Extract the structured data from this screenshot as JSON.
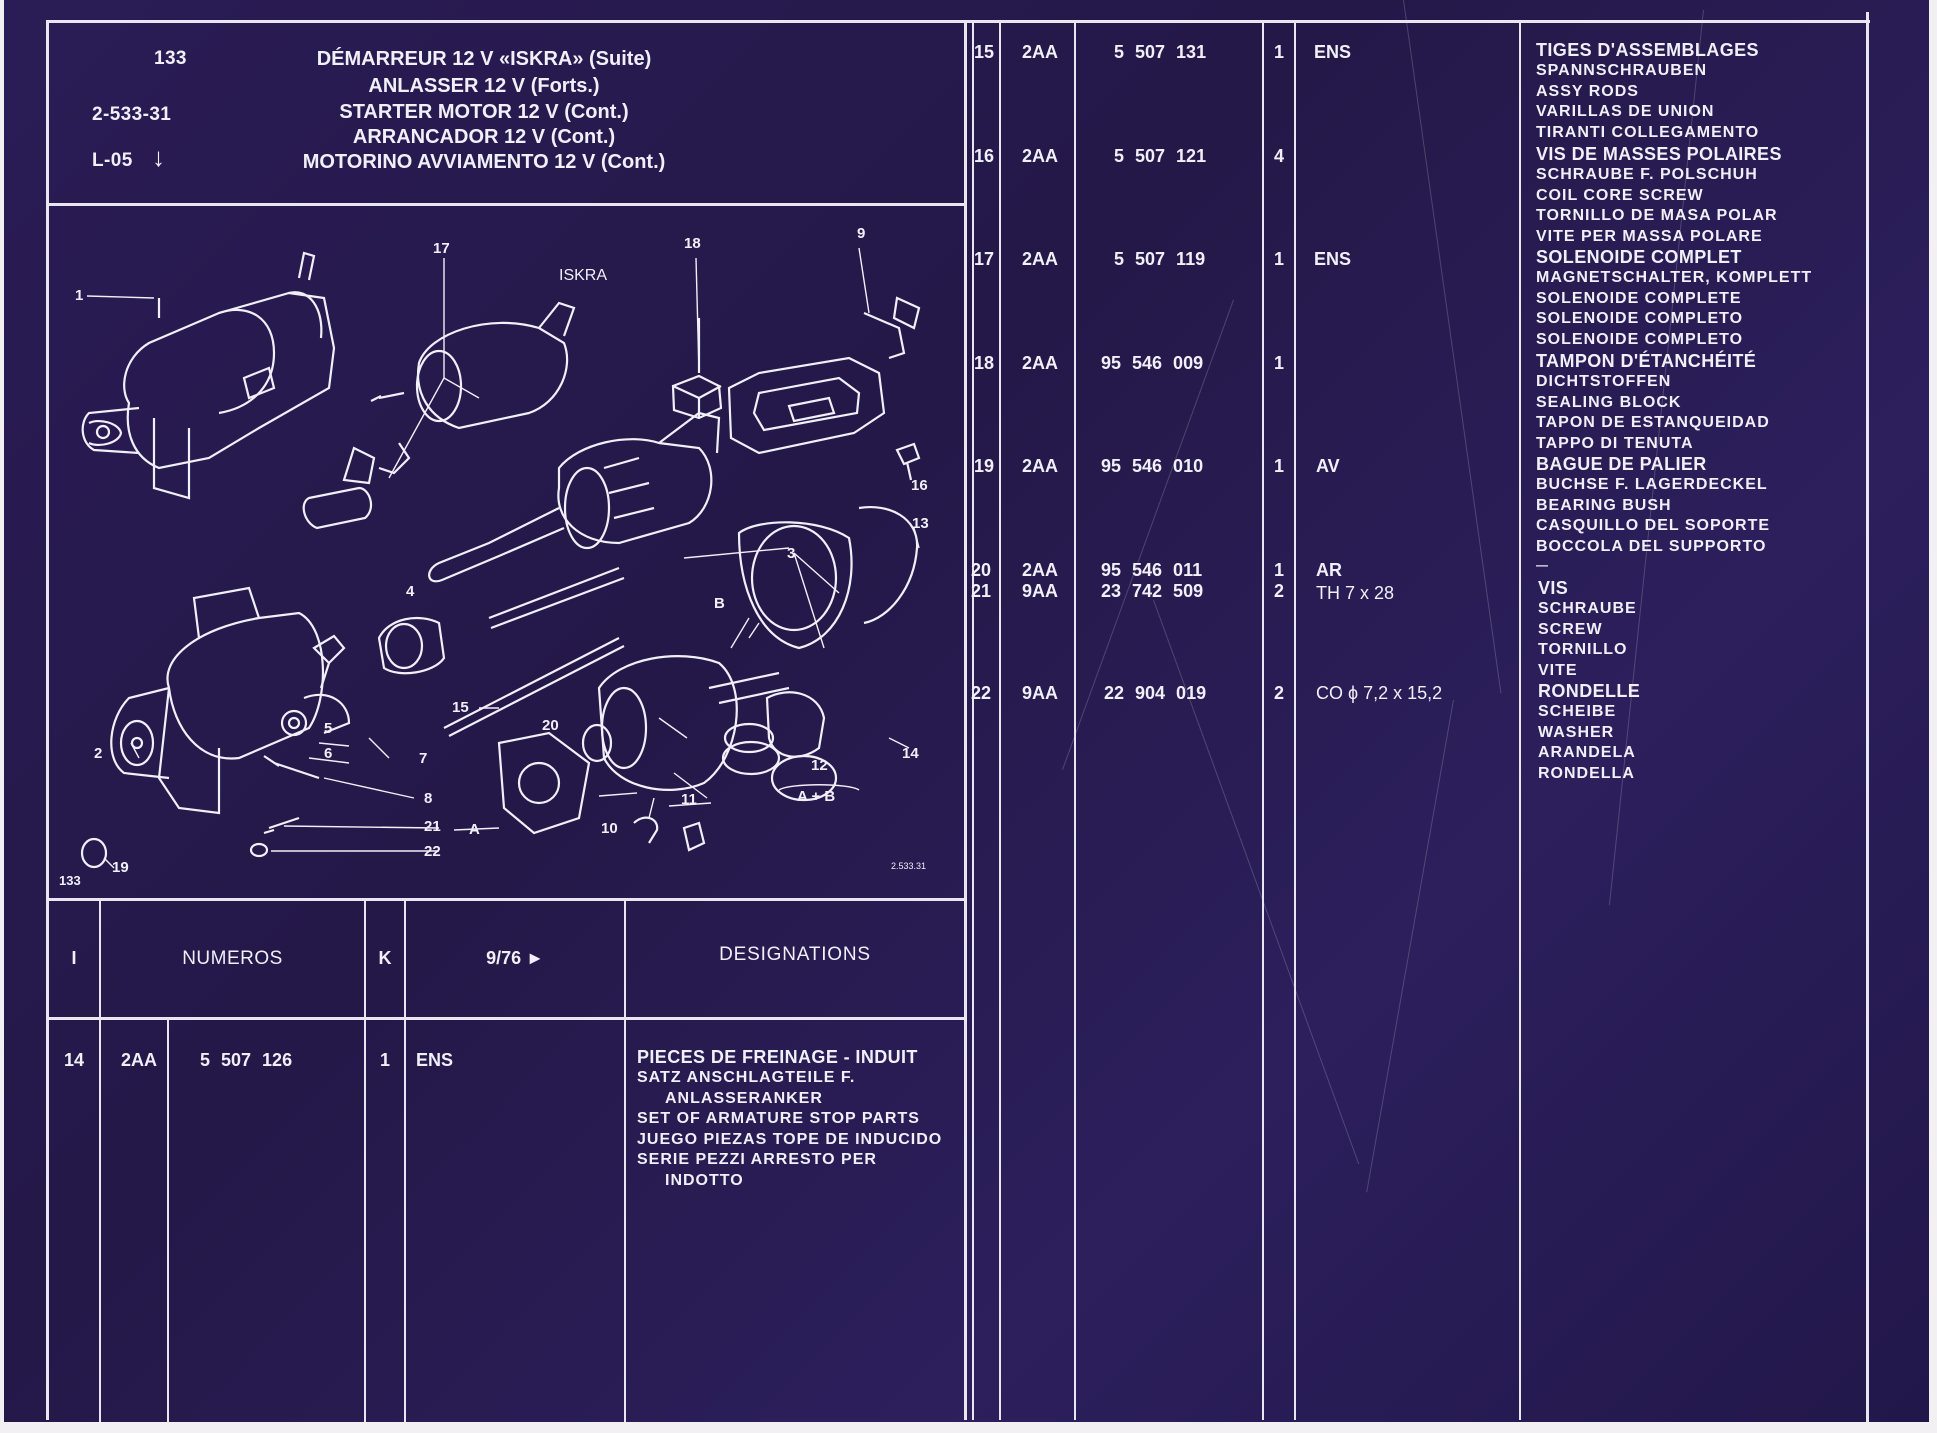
{
  "header": {
    "page_number": "133",
    "group_code": "2-533-31",
    "ref_code": "L-05",
    "arrow_icon": "down-arrow-icon",
    "title_lines": [
      "DÉMARREUR 12 V «ISKRA» (Suite)",
      "ANLASSER 12 V (Forts.)",
      "STARTER MOTOR 12 V (Cont.)",
      "ARRANCADOR 12 V (Cont.)",
      "MOTORINO AVVIAMENTO 12 V (Cont.)"
    ]
  },
  "diagram": {
    "brand_label": "ISKRA",
    "drawing_ref": "2.533.31",
    "callouts": [
      "1",
      "2",
      "3",
      "4",
      "5",
      "6",
      "7",
      "8",
      "9",
      "10",
      "11",
      "12",
      "13",
      "14",
      "15",
      "16",
      "17",
      "18",
      "19",
      "20",
      "21",
      "22",
      "A",
      "B",
      "A + B",
      "133"
    ]
  },
  "table_header": {
    "col_i": "I",
    "col_numeros": "NUMEROS",
    "col_k": "K",
    "col_date": "9/76 ►",
    "col_designations": "DESIGNATIONS"
  },
  "left_entry": {
    "pos": "14",
    "group": "2AA",
    "part_no": "5 507 126",
    "qty": "1",
    "note": "ENS",
    "desc_title": "PIECES DE FREINAGE - INDUIT",
    "desc_lines": [
      "SATZ ANSCHLAGTEILE F.",
      "ANLASSERANKER",
      "SET OF ARMATURE STOP PARTS",
      "JUEGO PIEZAS TOPE DE INDUCIDO",
      "SERIE PEZZI ARRESTO PER",
      "INDOTTO"
    ]
  },
  "right_entries": [
    {
      "pos": "15",
      "group": "2AA",
      "part_no": "5 507 131",
      "qty": "1",
      "note": "ENS",
      "desc_title": "TIGES D'ASSEMBLAGES",
      "desc_lines": [
        "SPANNSCHRAUBEN",
        "ASSY RODS",
        "VARILLAS DE UNION",
        "TIRANTI COLLEGAMENTO"
      ]
    },
    {
      "pos": "16",
      "group": "2AA",
      "part_no": "5 507 121",
      "qty": "4",
      "note": "",
      "desc_title": "VIS DE MASSES POLAIRES",
      "desc_lines": [
        "SCHRAUBE F. POLSCHUH",
        "COIL CORE SCREW",
        "TORNILLO DE MASA POLAR",
        "VITE PER MASSA POLARE"
      ]
    },
    {
      "pos": "17",
      "group": "2AA",
      "part_no": "5 507 119",
      "qty": "1",
      "note": "ENS",
      "desc_title": "SOLENOIDE COMPLET",
      "desc_lines": [
        "MAGNETSCHALTER, KOMPLETT",
        "SOLENOIDE COMPLETE",
        "SOLENOIDE COMPLETO",
        "SOLENOIDE COMPLETO"
      ]
    },
    {
      "pos": "18",
      "group": "2AA",
      "part_no": "95 546 009",
      "qty": "1",
      "note": "",
      "desc_title": "TAMPON D'ÉTANCHÉITÉ",
      "desc_lines": [
        "DICHTSTOFFEN",
        "SEALING BLOCK",
        "TAPON DE ESTANQUEIDAD",
        "TAPPO DI TENUTA"
      ]
    },
    {
      "pos": "19",
      "group": "2AA",
      "part_no": "95 546 010",
      "qty": "1",
      "note": "AV",
      "desc_title": "BAGUE DE PALIER",
      "desc_lines": [
        "BUCHSE F. LAGERDECKEL",
        "BEARING BUSH",
        "CASQUILLO DEL SOPORTE",
        "BOCCOLA DEL SUPPORTO"
      ]
    },
    {
      "pos": "20",
      "group": "2AA",
      "part_no": "95 546 011",
      "qty": "1",
      "note": "AR",
      "desc_title": "—",
      "desc_lines": []
    },
    {
      "pos": "21",
      "group": "9AA",
      "part_no": "23 742 509",
      "qty": "2",
      "note": "TH 7 x 28",
      "desc_title": "VIS",
      "desc_lines": [
        "SCHRAUBE",
        "SCREW",
        "TORNILLO",
        "VITE"
      ]
    },
    {
      "pos": "22",
      "group": "9AA",
      "part_no": "22 904 019",
      "qty": "2",
      "note": "CO ϕ 7,2 x 15,2",
      "desc_title": "RONDELLE",
      "desc_lines": [
        "SCHEIBE",
        "WASHER",
        "ARANDELA",
        "RONDELLA"
      ]
    }
  ],
  "colors": {
    "background": "#261a50",
    "ink": "#f1eff8",
    "frame": "#e9e6f2"
  }
}
